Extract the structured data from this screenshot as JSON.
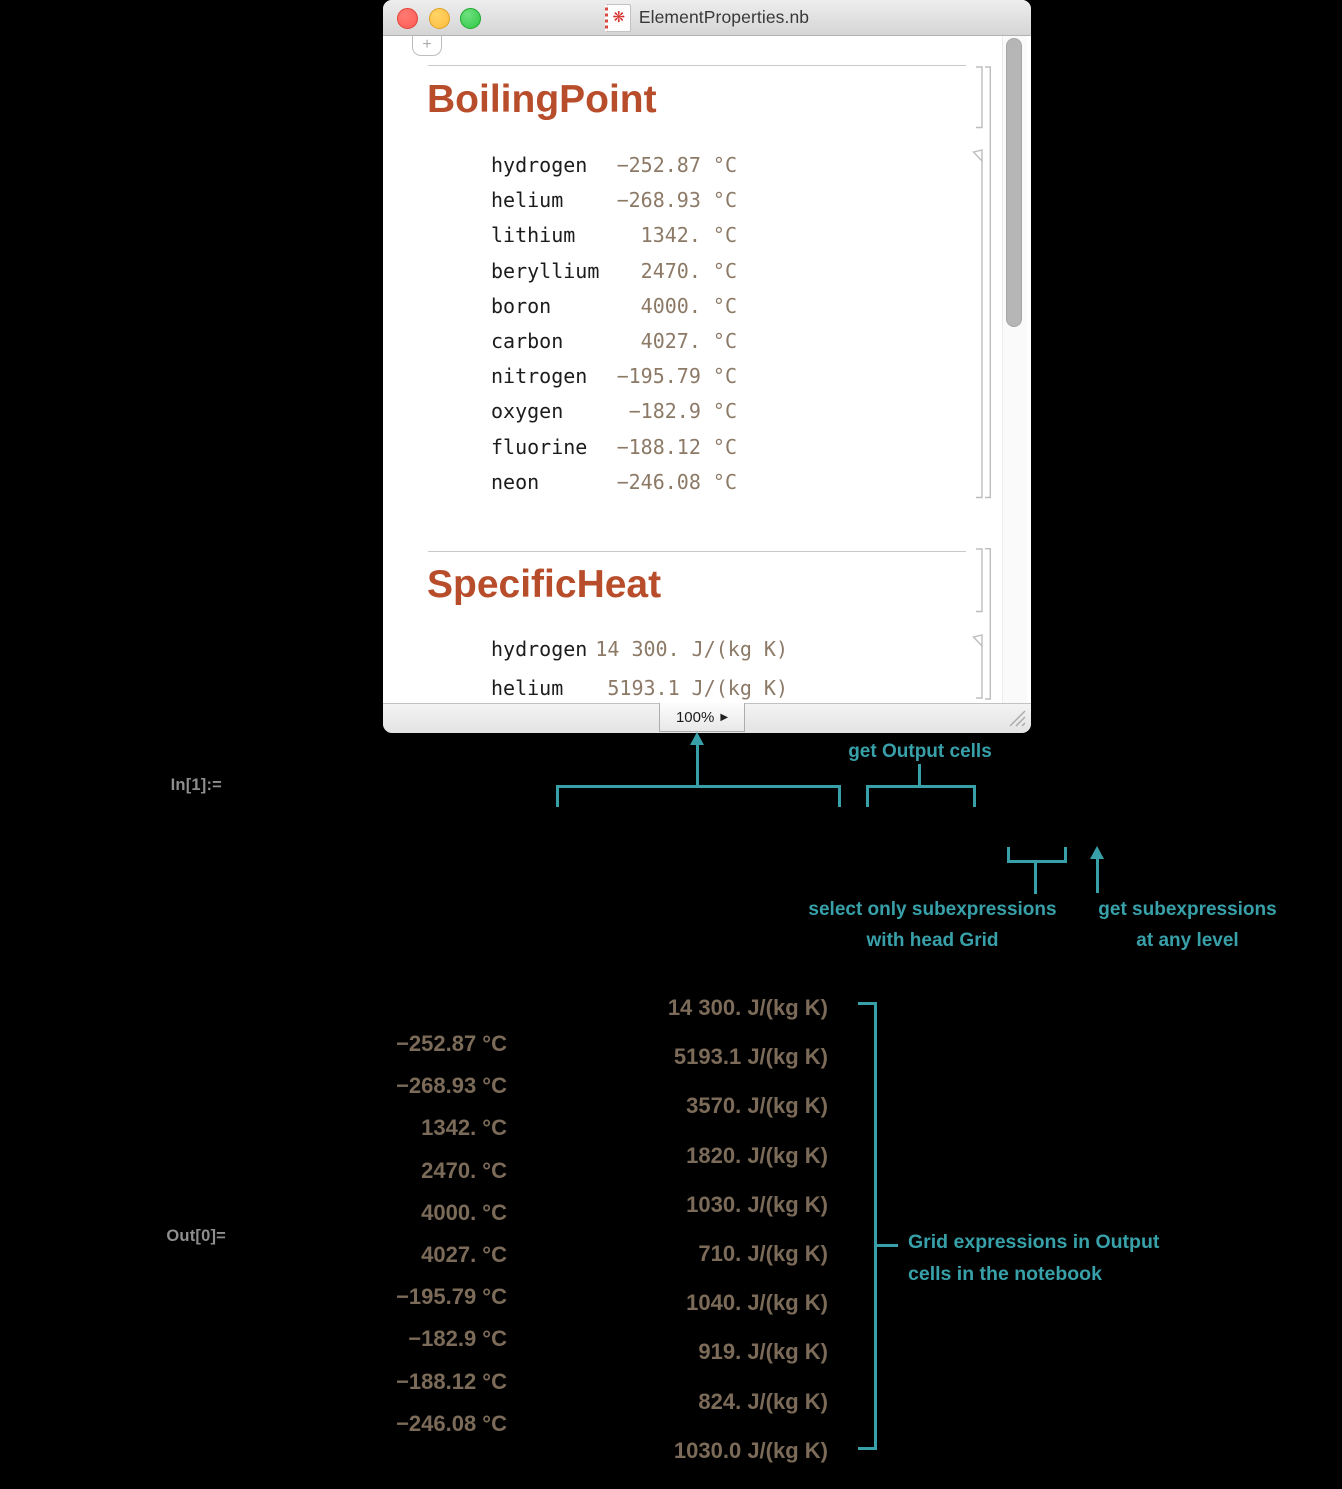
{
  "window": {
    "title": "ElementProperties.nb",
    "icon_glyph": "❋",
    "tab_plus": "+",
    "status": {
      "zoom": "100%",
      "zoom_arrow": "▶"
    },
    "sections": [
      {
        "title": "BoilingPoint",
        "rows": [
          {
            "name": "hydrogen",
            "value": "−252.87 °C"
          },
          {
            "name": "helium",
            "value": "−268.93 °C"
          },
          {
            "name": "lithium",
            "value": "1342. °C"
          },
          {
            "name": "beryllium",
            "value": "2470. °C"
          },
          {
            "name": "boron",
            "value": "4000. °C"
          },
          {
            "name": "carbon",
            "value": "4027. °C"
          },
          {
            "name": "nitrogen",
            "value": "−195.79 °C"
          },
          {
            "name": "oxygen",
            "value": "−182.9 °C"
          },
          {
            "name": "fluorine",
            "value": "−188.12 °C"
          },
          {
            "name": "neon",
            "value": "−246.08 °C"
          }
        ]
      },
      {
        "title": "SpecificHeat",
        "rows": [
          {
            "name": "hydrogen",
            "value": "14 300. J/(kg K)"
          },
          {
            "name": "helium",
            "value": "5193.1 J/(kg K)"
          }
        ]
      }
    ]
  },
  "annotations": {
    "in_label": "In[1]:=",
    "out_label": "Out[0]=",
    "get_output_cells": "get Output cells",
    "select_only_line1": "select only subexpressions",
    "select_only_line2": "with head Grid",
    "get_subexpr_line1": "get subexpressions",
    "get_subexpr_line2": "at any level",
    "grid_expr_line1": "Grid expressions in Output",
    "grid_expr_line2": "cells in the notebook"
  },
  "output": {
    "temperatures": [
      "−252.87 °C",
      "−268.93 °C",
      "1342. °C",
      "2470. °C",
      "4000. °C",
      "4027. °C",
      "−195.79 °C",
      "−182.9 °C",
      "−188.12 °C",
      "−246.08 °C"
    ],
    "specific_heats": [
      "14 300. J/(kg K)",
      "5193.1 J/(kg K)",
      "3570. J/(kg K)",
      "1820. J/(kg K)",
      "1030. J/(kg K)",
      "710. J/(kg K)",
      "1040. J/(kg K)",
      "919. J/(kg K)",
      "824. J/(kg K)",
      "1030.0 J/(kg K)"
    ]
  },
  "colors": {
    "teal_annotation": "#38a0a9",
    "section_orange": "#b84d2b",
    "window_value_tan": "#8c7a67",
    "output_value_tan": "#7b6b58",
    "io_label_gray": "#8e8e8e"
  }
}
